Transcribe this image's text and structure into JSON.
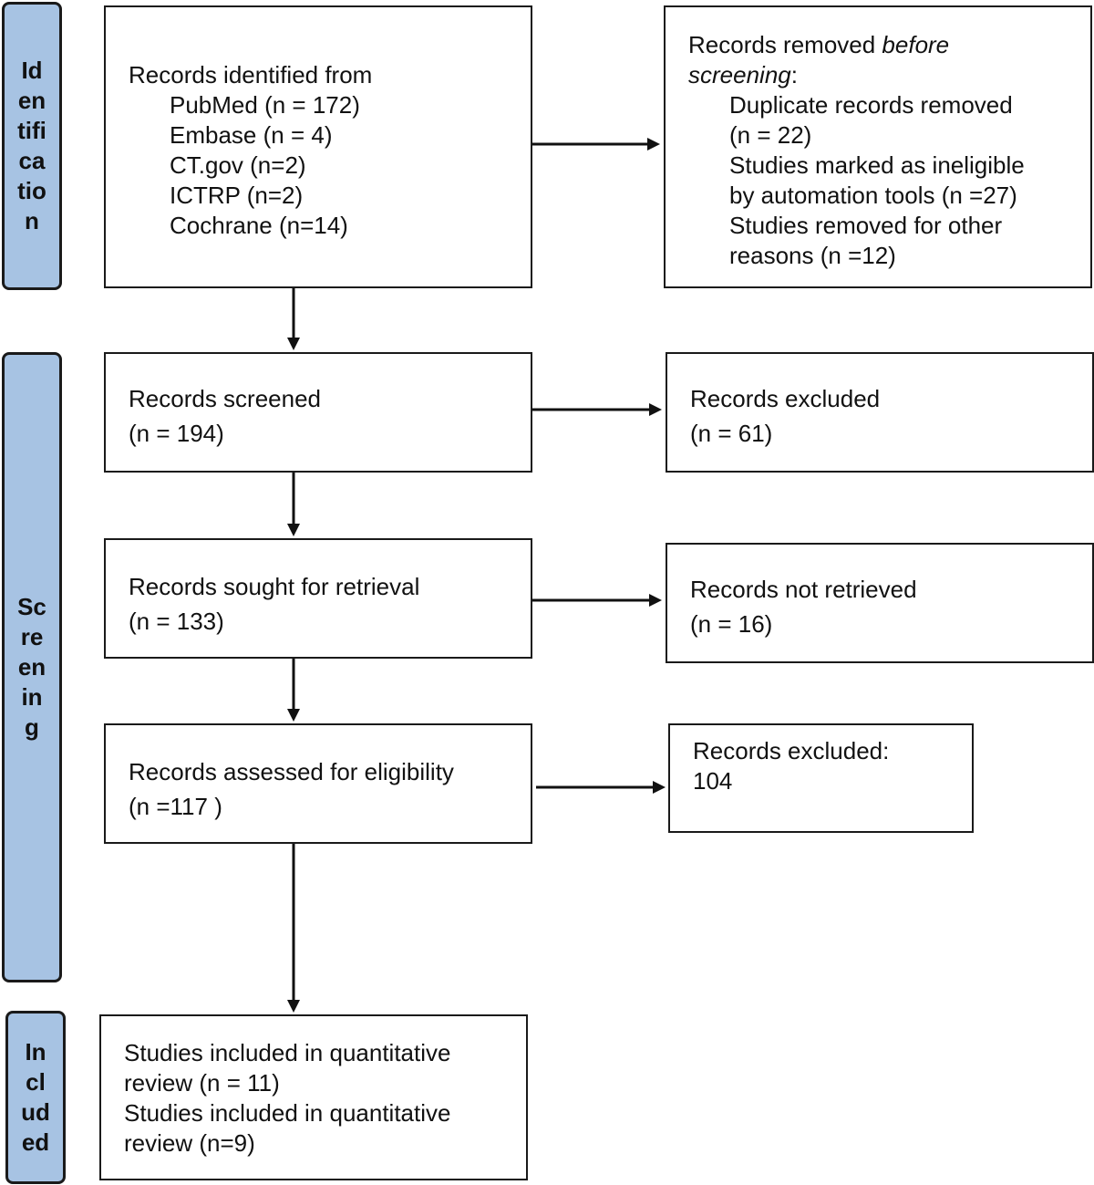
{
  "phases": {
    "identification": [
      "Id",
      "en",
      "tifi",
      "ca",
      "tio",
      "n"
    ],
    "screening": [
      "Sc",
      "re",
      "en",
      "in",
      "g"
    ],
    "included": [
      "In",
      "cl",
      "ud",
      "ed"
    ]
  },
  "boxes": {
    "identified": {
      "title": "Records identified from",
      "sources": [
        "PubMed (n = 172)",
        "Embase (n = 4)",
        "CT.gov (n=2)",
        "ICTRP (n=2)",
        "Cochrane (n=14)"
      ]
    },
    "removed": {
      "title_prefix": "Records removed ",
      "title_italic": "before",
      "title_italic_2": "screening",
      "title_suffix": ":",
      "lines": [
        "Duplicate records removed",
        "(n = 22)",
        "Studies marked as ineligible",
        "by automation tools (n =27)",
        "Studies removed for other",
        "reasons (n =12)"
      ]
    },
    "screened": {
      "title": "Records screened",
      "count": "(n = 194)"
    },
    "excluded": {
      "title": "Records excluded",
      "count": "(n = 61)"
    },
    "sought": {
      "title": "Records sought for retrieval",
      "count": "(n = 133)"
    },
    "not_retrieved": {
      "title": "Records not retrieved",
      "count": "(n = 16)"
    },
    "assessed": {
      "title": "Records assessed for eligibility",
      "count": "(n =117 )"
    },
    "excluded_eligibility": {
      "title": "Records excluded:",
      "count": "104"
    },
    "included": {
      "lines": [
        "Studies included in quantitative",
        "review (n = 11)",
        "Studies included in quantitative",
        "review (n=9)"
      ]
    }
  }
}
